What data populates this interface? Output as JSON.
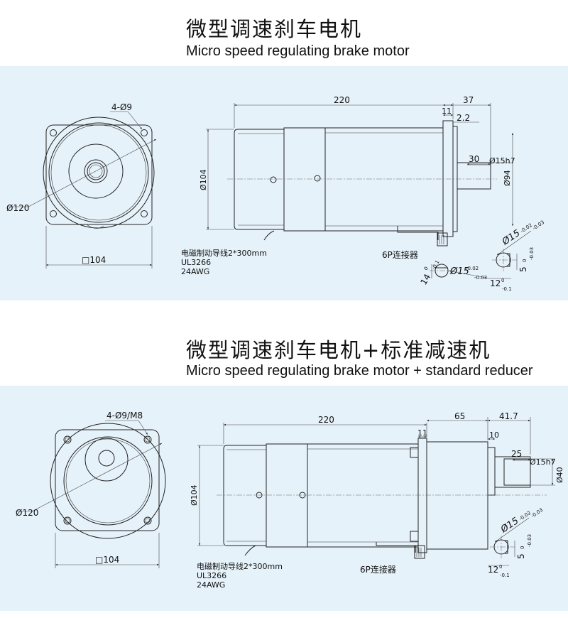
{
  "section1": {
    "title_cn": "微型调速刹车电机",
    "title_en": "Micro speed regulating brake motor",
    "front": {
      "holes": "4-Ø9",
      "pcd": "Ø120",
      "square": "□104"
    },
    "side": {
      "length": "220",
      "flange": "37",
      "d11": "11",
      "d22": "2.2",
      "shaft_len": "30",
      "shaft_dia": "Ø15h7",
      "body_dia": "Ø104",
      "pilot_dia": "Ø94",
      "wire_cn": "电磁制动导线2*300mm",
      "wire_ul": "UL3266",
      "wire_awg": "24AWG",
      "connector": "6P连接器"
    },
    "details": {
      "key_dia": "Ø15",
      "key_dia_tol": "-0.02",
      "key_dia_tol2": "-0.03",
      "key_5": "5",
      "key_5_tol": "0",
      "key_5_tol2": "-0.03",
      "key_12": "12",
      "key_12_tol": "0",
      "key_12_tol2": "-0.1",
      "flat_14": "14",
      "flat_14_tol": "0",
      "flat_14_tol2": "-0.1",
      "flat_dia": "Ø15",
      "flat_dia_tol": "-0.02",
      "flat_dia_tol2": "-0.03"
    }
  },
  "section2": {
    "title_cn": "微型调速刹车电机+标准减速机",
    "title_en": "Micro speed regulating brake motor + standard reducer",
    "front": {
      "holes": "4-Ø9/M8",
      "pcd": "Ø120",
      "square": "□104"
    },
    "side": {
      "length": "220",
      "gear_len": "65",
      "shaft_total": "41.7",
      "d11": "11",
      "d10": "10",
      "shaft_len": "25",
      "shaft_dia": "Ø15h7",
      "body_dia": "Ø104",
      "pilot_dia": "Ø40",
      "wire_cn": "电磁制动导线2*300mm",
      "wire_ul": "UL3266",
      "wire_awg": "24AWG",
      "connector": "6P连接器"
    },
    "details": {
      "key_dia": "Ø15",
      "key_dia_tol": "-0.02",
      "key_dia_tol2": "-0.03",
      "key_5": "5",
      "key_5_tol": "0",
      "key_5_tol2": "-0.03",
      "key_12": "12",
      "key_12_tol": "0",
      "key_12_tol2": "-0.1"
    }
  }
}
